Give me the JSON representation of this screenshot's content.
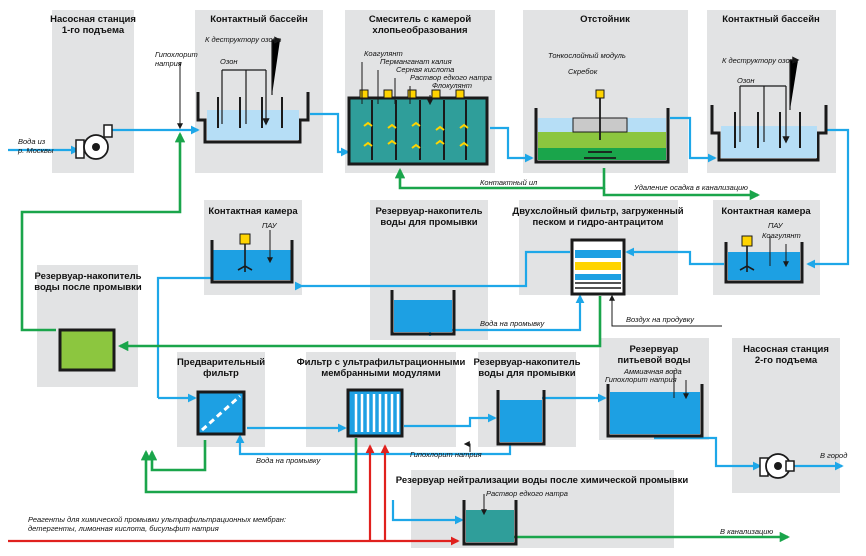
{
  "titles": {
    "pump1": [
      "Насосная станция",
      "1-го подъема"
    ],
    "contact_basin_1": [
      "Контактный бассейн"
    ],
    "mixer": [
      "Смеситель с камерой",
      "хлопьеобразования"
    ],
    "settler": [
      "Отстойник"
    ],
    "contact_basin_2": [
      "Контактный бассейн"
    ],
    "contact_chamber_1": [
      "Контактная камера"
    ],
    "wash_res_1": [
      "Резервуар-накопитель",
      "воды для промывки"
    ],
    "dual_filter": [
      "Двухслойный фильтр, загруженный",
      "песком и гидро-антрацитом"
    ],
    "contact_chamber_2": [
      "Контактная камера"
    ],
    "after_wash_res": [
      "Резервуар-накопитель",
      "воды после промывки"
    ],
    "pre_filter": [
      "Предварительный",
      "фильтр"
    ],
    "uf_filter": [
      "Фильтр с ультрафильтрационными",
      "мембранными модулями"
    ],
    "wash_res_2": [
      "Резервуар-накопитель",
      "воды для промывки"
    ],
    "drink_res": [
      "Резервуар",
      "питьевой воды"
    ],
    "pump2": [
      "Насосная станция",
      "2-го подъема"
    ],
    "neutral_res": [
      "Резервуар нейтрализации воды после химической промывки"
    ]
  },
  "labels": {
    "water_from": [
      "Вода из",
      "р. Москвы"
    ],
    "hypochlorite_1": [
      "Гипохлорит",
      "натрия"
    ],
    "ozone_destructor_1": "К деструктору озона",
    "ozone_1": "Озон",
    "coagulant_1": "Коагулянт",
    "permanganate": "Перманганат калия",
    "sulfuric": "Серная кислота",
    "naoh_1": "Раствор едкого натра",
    "flocculant": "Флокулянт",
    "thin_module": "Тонкослойный модуль",
    "scraper": "Скребок",
    "ozone_destructor_2": "К деструктору озона",
    "ozone_2": "Озон",
    "contact_il": "Контактный ил",
    "sludge_removal": "Удаление осадка в канализацию",
    "pau_1": "ПАУ",
    "pau_2": "ПАУ",
    "coagulant_2": "Коагулянт",
    "wash_water_1": "Вода на промывку",
    "air_purge": "Воздух на продувку",
    "wash_water_2": "Вода на промывку",
    "hypochlorite_2": "Гипохлорит натрия",
    "ammonia_water": "Аммиачная вода",
    "hypochlorite_3": "Гипохлорит натрия",
    "to_city": "В город",
    "naoh_2": "Раствор едкого натра",
    "reagents": [
      "Реагенты для химической промывки ультрафильтрационных мембран:",
      "детергенты, лимонная кислота, бисульфит натрия"
    ],
    "to_sewer": "В канализацию"
  },
  "colors": {
    "water": "#1da0e3",
    "light_water": "#b6def6",
    "flow_blue": "#1ea7e8",
    "flow_green": "#1aa54b",
    "sludge_green": "#8cc63f",
    "reagent_red": "#e0211e",
    "panel": "#e2e3e4",
    "teal": "#2f9e9a"
  }
}
